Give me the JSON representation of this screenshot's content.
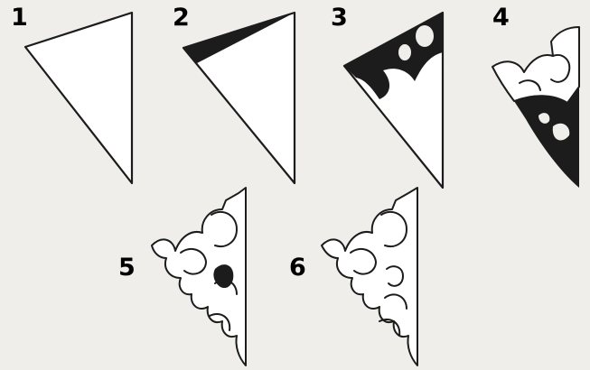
{
  "steps": [
    {
      "label": "1"
    },
    {
      "label": "2"
    },
    {
      "label": "3"
    },
    {
      "label": "4"
    },
    {
      "label": "5"
    },
    {
      "label": "6"
    }
  ],
  "colors": {
    "background": "#efeeea",
    "ink": "#1c1c1c",
    "paper": "#ffffff"
  }
}
